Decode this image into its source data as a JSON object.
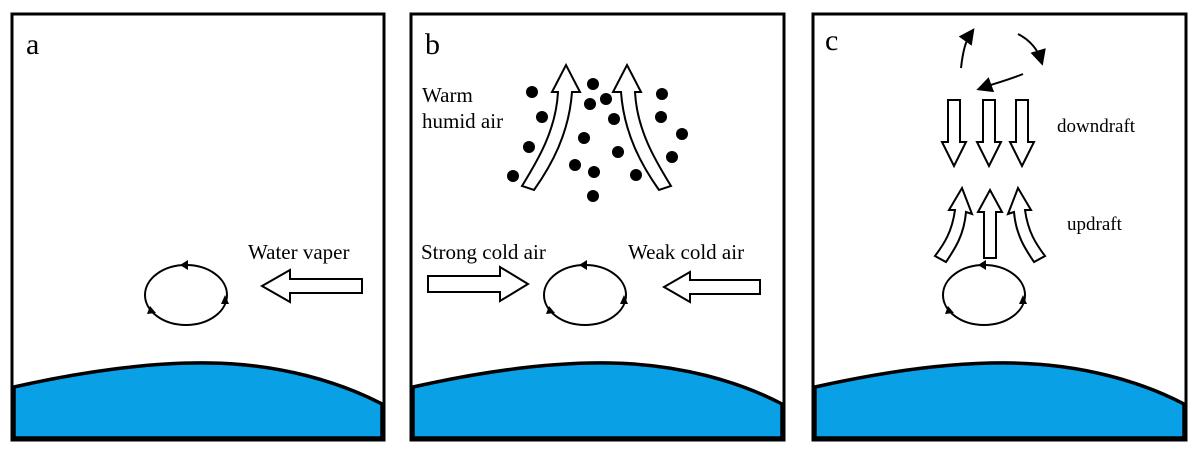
{
  "colors": {
    "water": "#0AA0E6",
    "outline": "#000000",
    "background": "#FFFFFF"
  },
  "panels": [
    {
      "letter": "a",
      "labels": {
        "water_vapor": "Water vaper"
      }
    },
    {
      "letter": "b",
      "labels": {
        "warm_line1": "Warm",
        "warm_line2": "humid air",
        "strong_cold": "Strong cold air",
        "weak_cold": "Weak cold air"
      }
    },
    {
      "letter": "c",
      "labels": {
        "downdraft": "downdraft",
        "updraft": "updraft"
      }
    }
  ]
}
